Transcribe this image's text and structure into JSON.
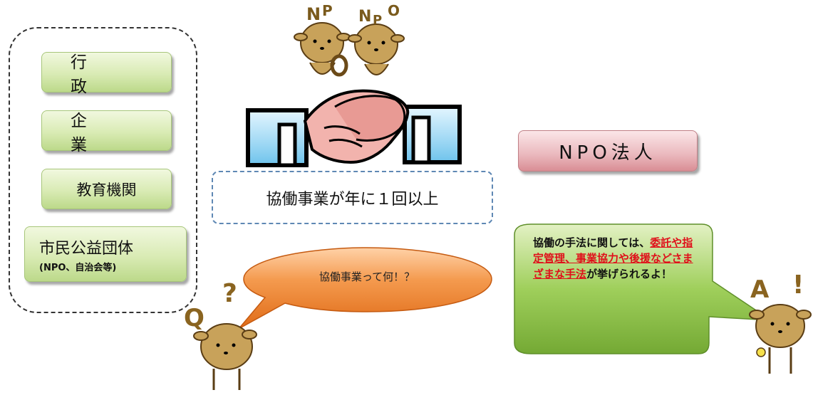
{
  "actors": {
    "government": "行　政",
    "corporation": "企　業",
    "education": "教育機関",
    "civic_main": "市民公益団体",
    "civic_sub": "(NPO、自治会等)"
  },
  "npo_label": "NPO法人",
  "collab_label": "協働事業が年に１回以上",
  "question_bubble": "協働事業って何！？",
  "answer_bubble": {
    "part1": "協働の手法に関しては、",
    "highlight1": "委託や指定管理、事業協力や後援などさまざまな手法",
    "part2": "が挙げられるよ！"
  },
  "mascot_letters": {
    "left_antlers": "NP",
    "left_hold": "O",
    "right_antlers": "NPO",
    "q_antlers": "Q",
    "q_mark": "?",
    "a_antlers": "A",
    "a_mark": "!"
  },
  "colors": {
    "green_button": "#d9ebb4",
    "pink_button": "#eab8bd",
    "orange_bubble": "#f08a3a",
    "green_bubble": "#8cbf4a",
    "highlight_red": "#e0101a",
    "mascot_body": "#c8a25a"
  }
}
